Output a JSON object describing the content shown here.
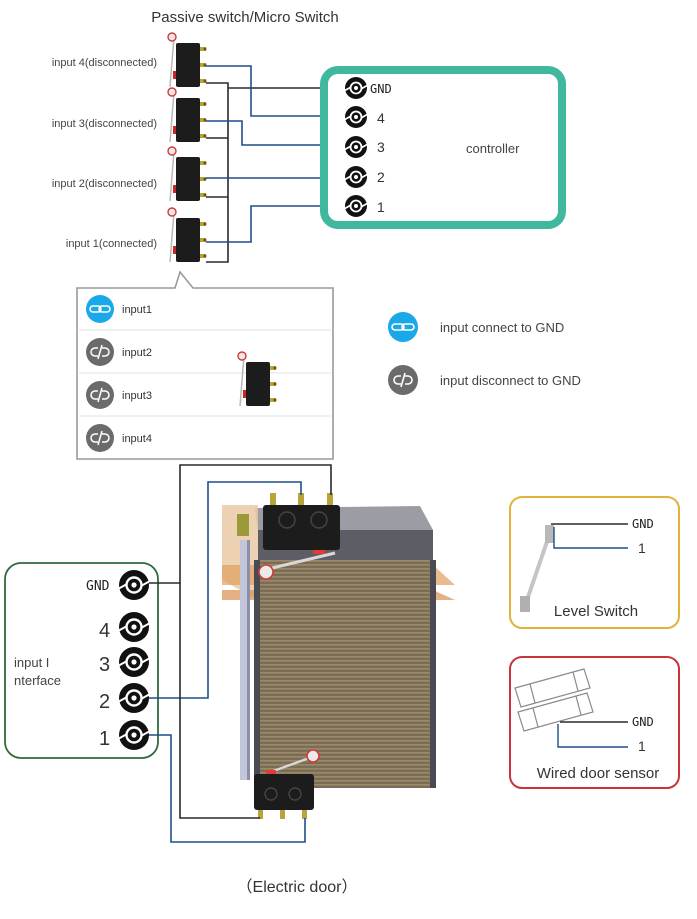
{
  "title": "Passive switch/Micro Switch",
  "switches": [
    {
      "label": "input 4(disconnected)",
      "terminal": "4"
    },
    {
      "label": "input 3(disconnected)",
      "terminal": "3"
    },
    {
      "label": "input 2(disconnected)",
      "terminal": "2"
    },
    {
      "label": "input 1(connected)",
      "terminal": "1"
    }
  ],
  "controller": {
    "label": "controller",
    "terminals": [
      "GND",
      "4",
      "3",
      "2",
      "1"
    ],
    "border_color": "#3fb89e"
  },
  "status_panel": {
    "items": [
      {
        "label": "input1",
        "state": "connected",
        "icon": "link-icon"
      },
      {
        "label": "input2",
        "state": "disconnected",
        "icon": "unlink-icon"
      },
      {
        "label": "input3",
        "state": "disconnected",
        "icon": "unlink-icon"
      },
      {
        "label": "input4",
        "state": "disconnected",
        "icon": "unlink-icon"
      }
    ]
  },
  "legend": {
    "connected": {
      "label": "input connect to GND",
      "color": "#1aa8e8"
    },
    "disconnected": {
      "label": "input disconnect to GND",
      "color": "#6b6b6b"
    }
  },
  "input_interface": {
    "label_line1": "input I",
    "label_line2": "nterface",
    "terminals": [
      "GND",
      "4",
      "3",
      "2",
      "1"
    ],
    "border_color": "#2e6b3a"
  },
  "level_switch": {
    "label": "Level Switch",
    "gnd": "GND",
    "input": "1",
    "border_color": "#e2b23a"
  },
  "door_sensor": {
    "label": "Wired door sensor",
    "gnd": "GND",
    "input": "1",
    "border_color": "#c8343a"
  },
  "caption": "（Electric door）",
  "colors": {
    "wire_blue": "#1f4e8c",
    "wire_black": "#2a2a2a"
  }
}
